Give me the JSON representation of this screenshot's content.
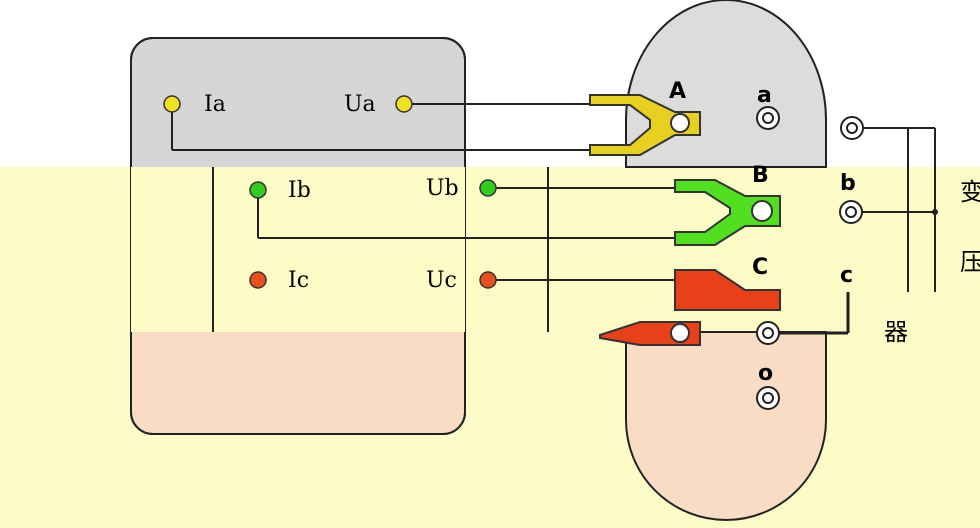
{
  "tester": {
    "channels": [
      {
        "current_label": "Ia",
        "voltage_label": "Ua",
        "color": "#f0e020"
      },
      {
        "current_label": "Ib",
        "voltage_label": "Ub",
        "color": "#30cc20"
      },
      {
        "current_label": "Ic",
        "voltage_label": "Uc",
        "color": "#e85020"
      }
    ]
  },
  "clamps": [
    {
      "label": "A",
      "color": "#e8d020"
    },
    {
      "label": "B",
      "color": "#50e020"
    },
    {
      "label": "C",
      "color": "#e84018"
    }
  ],
  "transformer": {
    "terminals": [
      "a",
      "b",
      "c",
      "o"
    ],
    "title_chars": [
      "变",
      "压",
      "器"
    ]
  },
  "colors": {
    "tester_box_gray": "#d6d6d6",
    "tester_box_pink": "#f8dcc4",
    "transformer_body": "#dcdcdc",
    "band_mid": "#fdfcc6",
    "band_bot": "#fcfcc8"
  }
}
